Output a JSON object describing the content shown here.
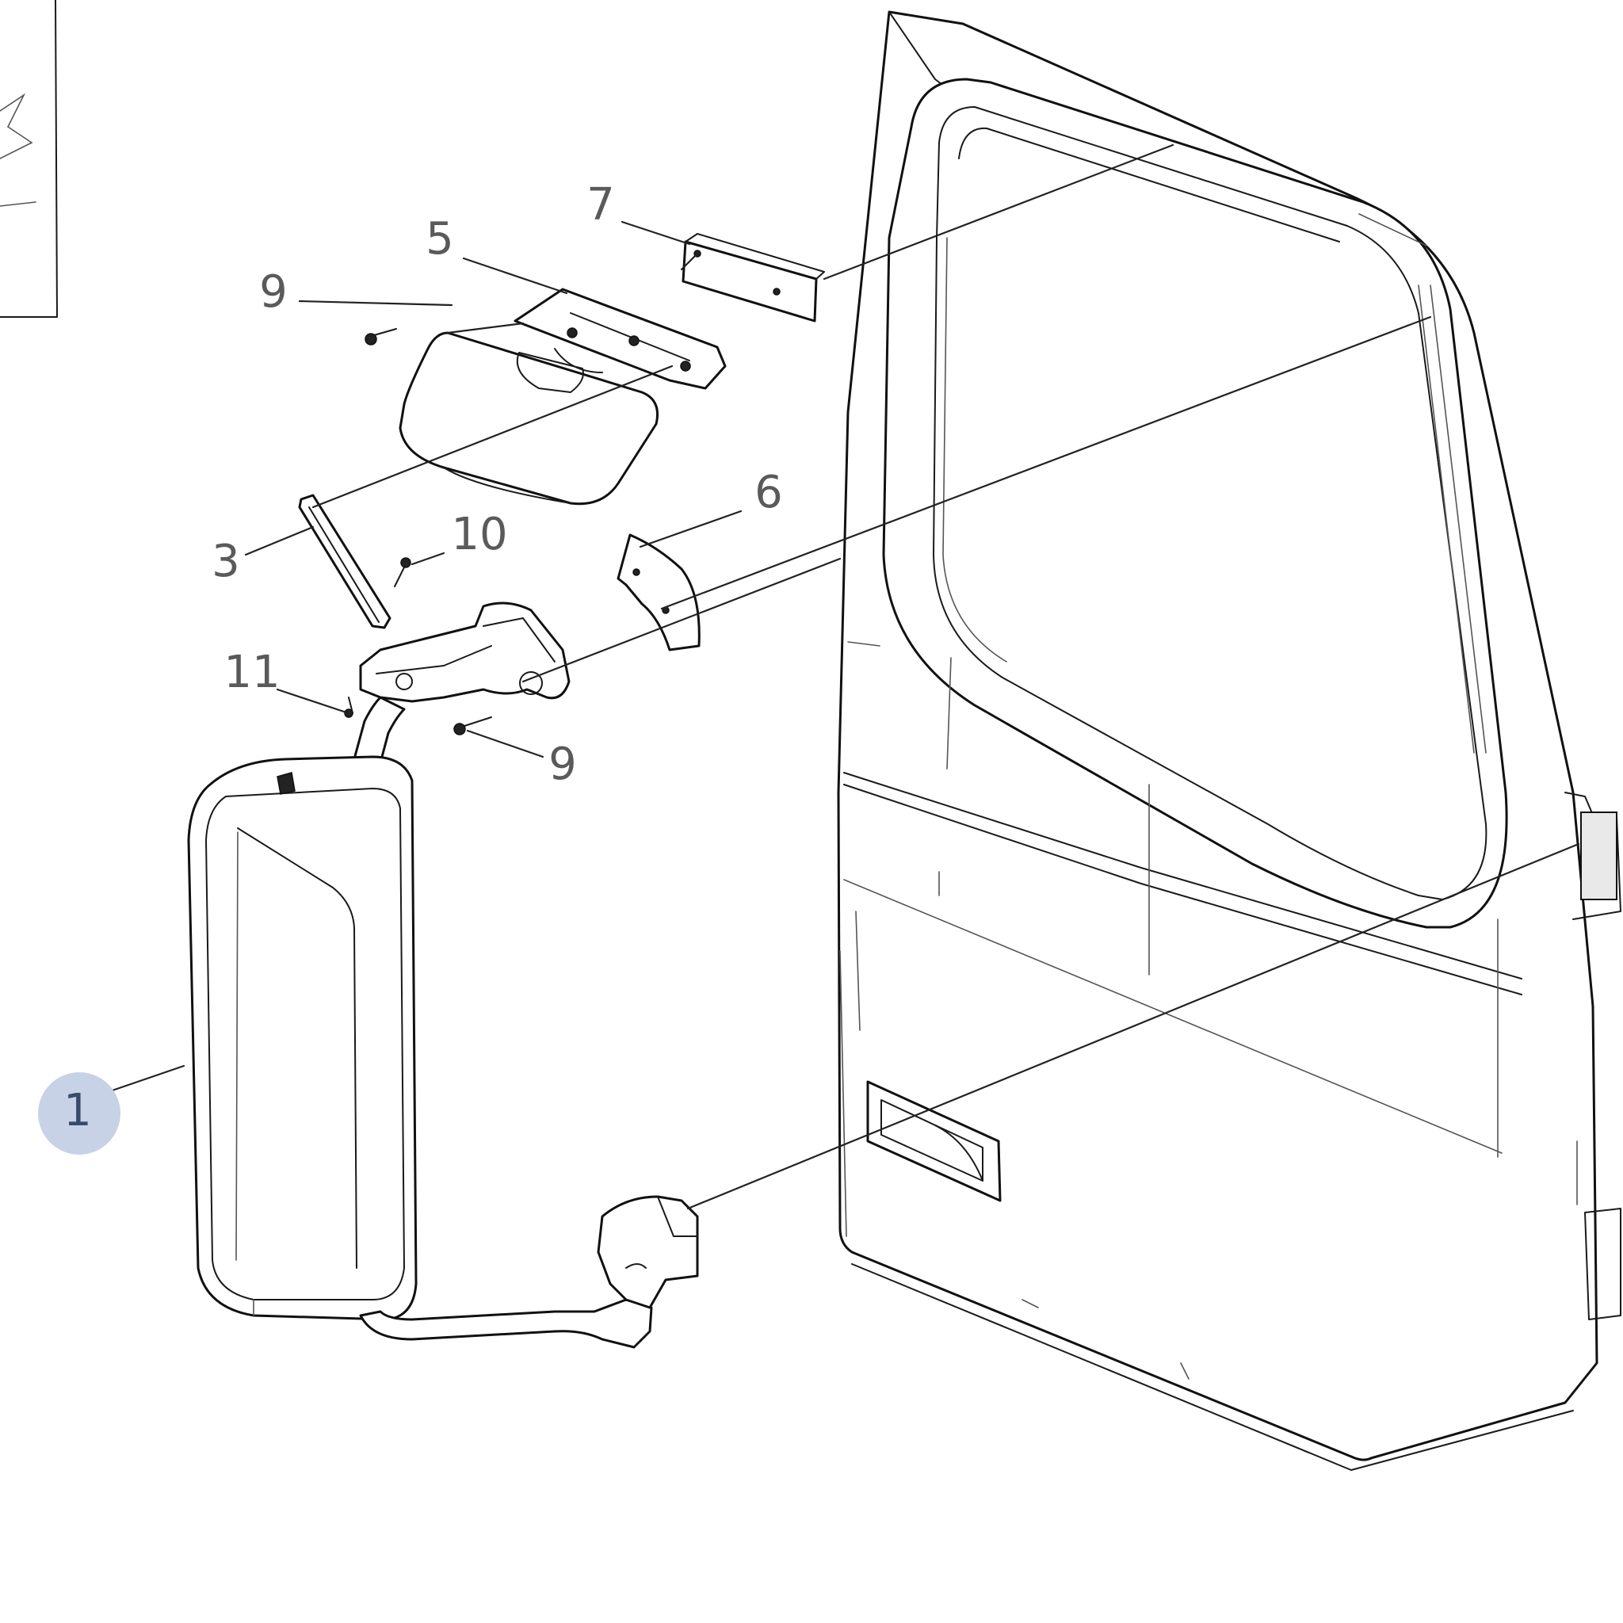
{
  "diagram": {
    "callouts": [
      {
        "id": "c1",
        "label": "1",
        "highlighted": true
      },
      {
        "id": "c3",
        "label": "3"
      },
      {
        "id": "c5",
        "label": "5"
      },
      {
        "id": "c6",
        "label": "6"
      },
      {
        "id": "c7",
        "label": "7"
      },
      {
        "id": "c9a",
        "label": "9"
      },
      {
        "id": "c9b",
        "label": "9"
      },
      {
        "id": "c10",
        "label": "10"
      },
      {
        "id": "c11",
        "label": "11"
      }
    ],
    "highlight_color": "#c8d2e6"
  }
}
